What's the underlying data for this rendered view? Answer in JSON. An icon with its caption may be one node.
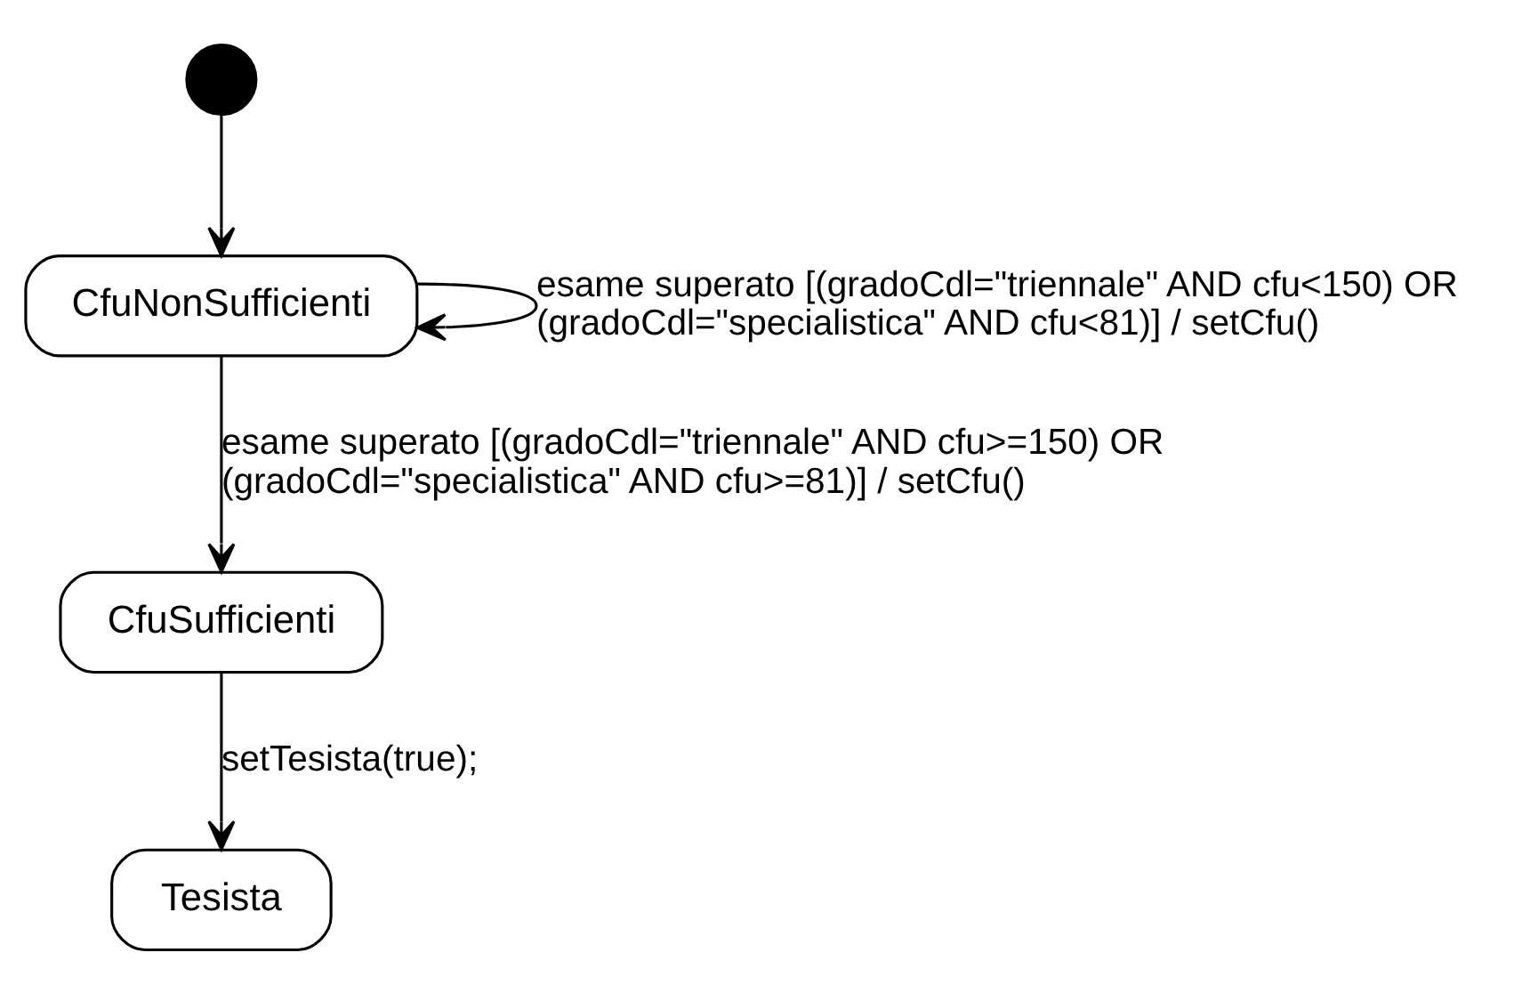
{
  "diagram": {
    "nodes": [
      {
        "text": [],
        "shape": "circle"
      },
      {
        "text": [
          "CfuNonSufficienti"
        ]
      },
      {
        "text": [
          "CfuSufficienti"
        ]
      },
      {
        "text": [
          "Tesista"
        ]
      }
    ],
    "edges": [
      {
        "from": 0,
        "to": 1,
        "arrow": "to"
      },
      {
        "from": 1,
        "to": 1,
        "arrow": "to",
        "label": "esame superato [(gradoCdl=\"triennale\" AND cfu<150) OR (gradoCdl=\"specialistica\" AND cfu<81)] / setCfu()"
      },
      {
        "from": 1,
        "to": 2,
        "arrow": "to",
        "label": "esame superato [(gradoCdl=\"triennale\" AND cfu>=150) OR (gradoCdl=\"specialistica\" AND cfu>=81)] / setCfu()"
      },
      {
        "from": 2,
        "to": 3,
        "arrow": "to",
        "label": "setTesista(true);"
      }
    ]
  }
}
